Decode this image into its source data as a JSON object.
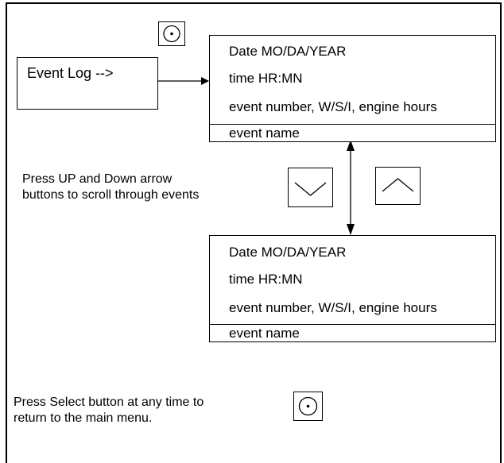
{
  "event_log_button": {
    "label": "Event Log -->"
  },
  "event_box_top": {
    "lines": [
      "Date MO/DA/YEAR",
      "time HR:MN",
      "event number, W/S/I, engine hours",
      "event name"
    ]
  },
  "event_box_bottom": {
    "lines": [
      "Date MO/DA/YEAR",
      "time HR:MN",
      "event number, W/S/I, engine hours",
      "event name"
    ]
  },
  "scroll_instruction": {
    "line1": "Press UP and Down arrow",
    "line2": "buttons to scroll through events"
  },
  "select_instruction": {
    "line1": "Press Select button at any time to",
    "line2": "return to the main menu."
  },
  "icons": {
    "select": "select-circle-dot-icon",
    "down": "chevron-down-icon",
    "up": "chevron-up-icon"
  }
}
